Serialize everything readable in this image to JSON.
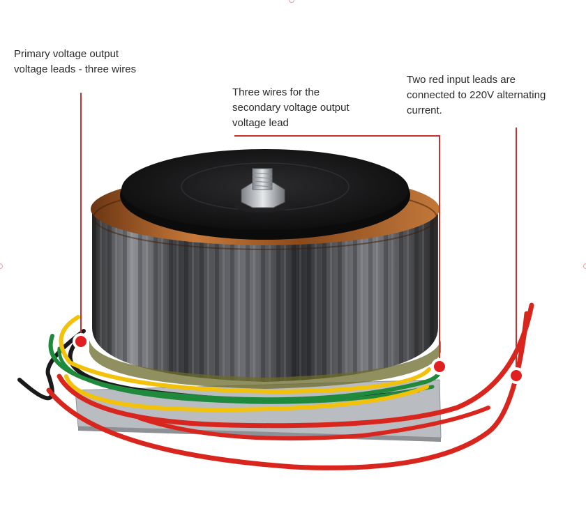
{
  "annotations": {
    "primary": "Primary voltage output\nvoltage leads - three wires",
    "secondary": "Three wires for the\nsecondary voltage output\nvoltage lead",
    "input": "Two red input leads are\nconnected to 220V alternating\ncurrent."
  },
  "colors": {
    "callout_line": "#c9302c",
    "marker_fill": "#e02020",
    "marker_ring": "#ffffff",
    "wire_red": "#d8261e",
    "wire_yellow": "#f2c20a",
    "wire_green": "#1f8a3c",
    "wire_black": "#1a1a1a",
    "winding_copper": "#b2642a",
    "plate_black": "#141414",
    "base_plate": "#b9bcc0"
  },
  "icons": {
    "center_bolt": "hex-bolt-icon",
    "lead_marker": "red-dot-marker-icon"
  }
}
